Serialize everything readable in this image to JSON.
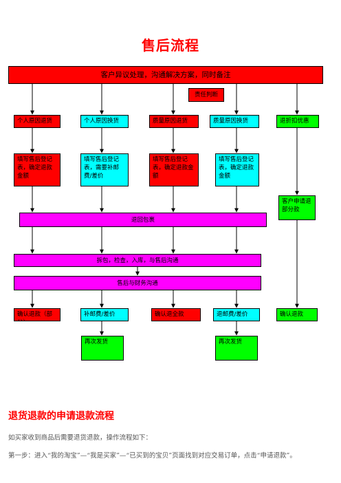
{
  "colors": {
    "red": "#ff0000",
    "cyan": "#00ffff",
    "green": "#00ff00",
    "magenta": "#ff00ff",
    "accent": "#ff0000"
  },
  "title": "售后流程",
  "top_box": "客户异议处理，沟通解决方案，同时备注",
  "judge": "责任判断",
  "reasons": [
    {
      "label": "个人原因退货",
      "color": "red"
    },
    {
      "label": "个人原因换货",
      "color": "cyan"
    },
    {
      "label": "质量原因退货",
      "color": "red"
    },
    {
      "label": "质量原因换货",
      "color": "cyan"
    },
    {
      "label": "退折扣优惠",
      "color": "green"
    }
  ],
  "forms": [
    {
      "label": "填写售后登记表，确定退款金额",
      "color": "red"
    },
    {
      "label": "填写售后登记表，需要补邮费/差价",
      "color": "cyan"
    },
    {
      "label": "填写售后登记表，确定退款金额",
      "color": "red"
    },
    {
      "label": "填写售后登记表，确定退款金额",
      "color": "cyan"
    }
  ],
  "customer_apply": "客户申请退部分款",
  "return_pack": "退回包裹",
  "inspect": "拆包，检查，入库，与售后沟通",
  "finance": "售后与财务沟通",
  "results": [
    {
      "label": "确认退款（部分）",
      "color": "red"
    },
    {
      "label": "补邮费/差价",
      "color": "cyan"
    },
    {
      "label": "确认退全款",
      "color": "red"
    },
    {
      "label": "退邮费/差价",
      "color": "cyan"
    },
    {
      "label": "确认退款",
      "color": "green"
    }
  ],
  "resend": [
    "再次发货",
    "再次发货"
  ],
  "section_title": "退货退款的申请退款流程",
  "paragraphs": [
    "如买家收到商品后需要退货退款，操作流程如下：",
    "第一步：进入“我的淘宝”—“我是买家”—“已买到的宝贝”页面找到对应交易订单，点击“申请退款”。"
  ]
}
